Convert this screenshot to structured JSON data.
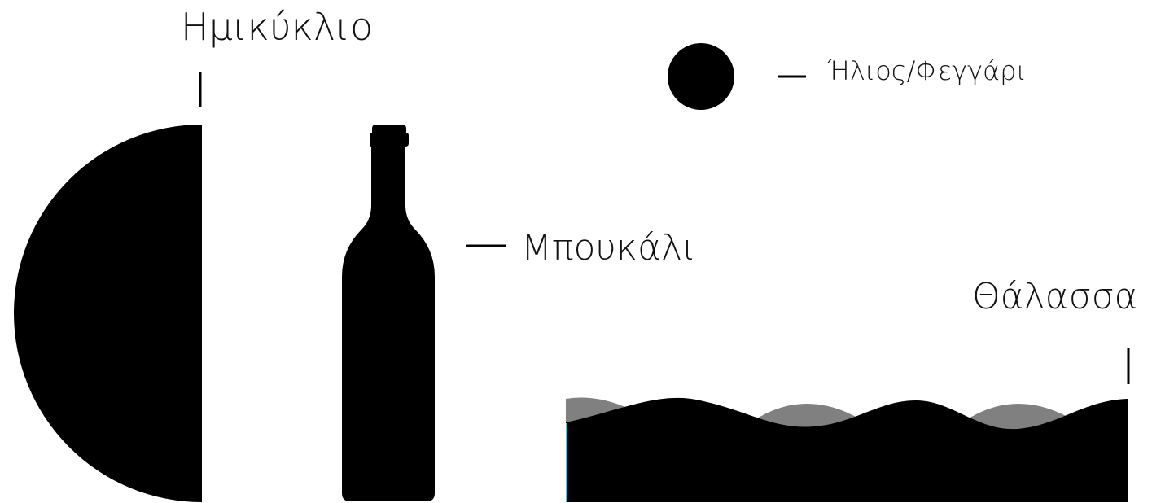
{
  "labels": {
    "semicircle": "Ημικύκλιο",
    "bottle": "Μπουκάλι",
    "sun_moon": "Ήλιος/Φεγγάρι",
    "sea": "Θάλασσα"
  },
  "colors": {
    "shape": "#000000",
    "back_wave": "#808080",
    "sea_edge": "#5bb8d6",
    "text": "#111111",
    "background": "#ffffff"
  }
}
